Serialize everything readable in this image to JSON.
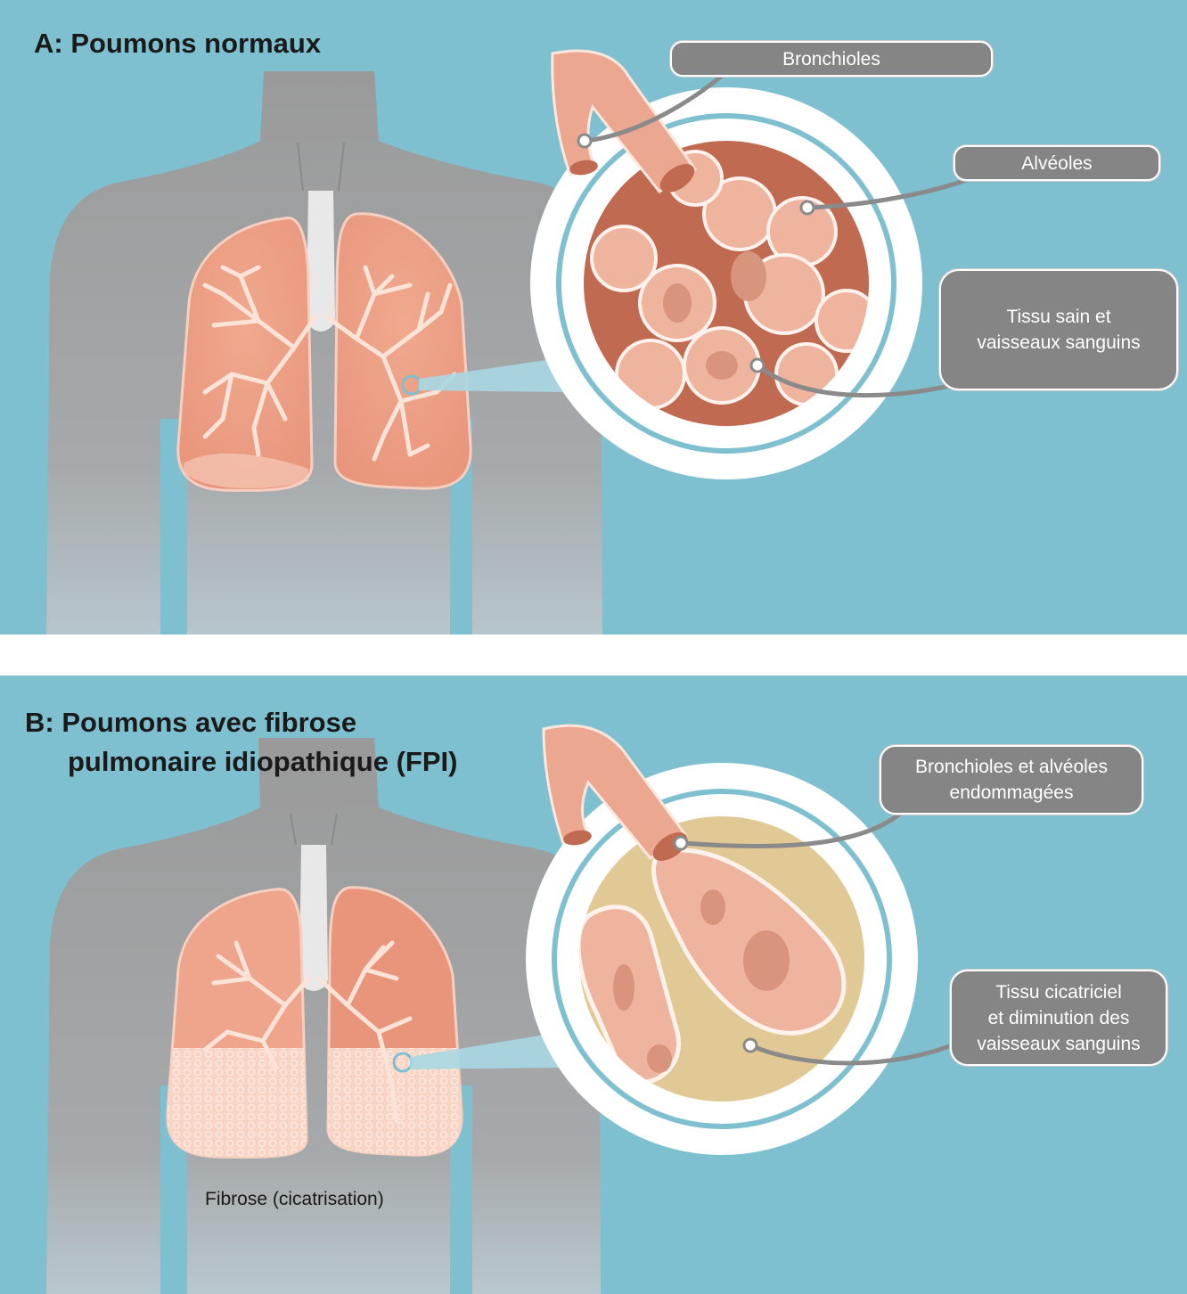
{
  "colors": {
    "background": "#7ebfd0",
    "body_silhouette": "#9e9e9e",
    "lung_pink": "#f2bba4",
    "alveoli_tissue": "#c06a52",
    "scar_tissue": "#e1c995",
    "callout_grey": "#858585"
  },
  "panel_a": {
    "title": "A: Poumons normaux",
    "callouts": {
      "bronchioles": "Bronchioles",
      "alveoles": "Alvéoles",
      "tissu_sain": "Tissu sain et\nvaisseaux sanguins"
    }
  },
  "panel_b": {
    "title_line1": "B: Poumons avec fibrose",
    "title_line2": "pulmonaire idiopathique (FPI)",
    "callouts": {
      "bronchioles_alveoles": "Bronchioles et alvéoles\nendommagées",
      "tissu_cicatriciel": "Tissu cicatriciel\net diminution des\nvaisseaux sanguins"
    },
    "caption": "Fibrose (cicatrisation)"
  }
}
